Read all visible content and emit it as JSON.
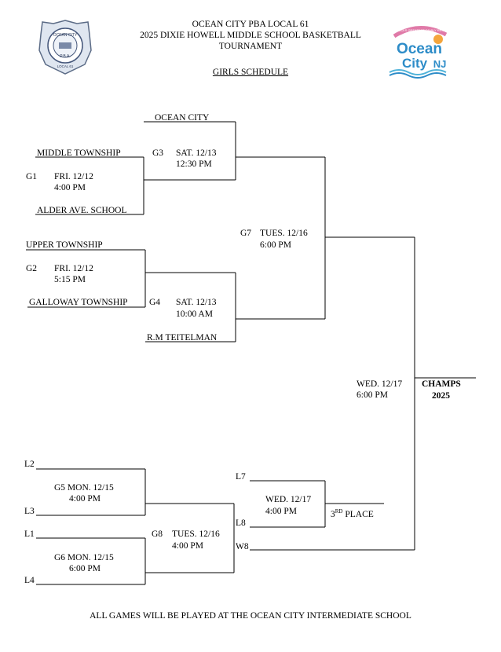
{
  "header": {
    "line1": "OCEAN CITY PBA LOCAL 61",
    "line2": "2025 DIXIE HOWELL MIDDLE SCHOOL BASKETBALL",
    "line3": "TOURNAMENT",
    "schedule_title": "GIRLS SCHEDULE"
  },
  "logos": {
    "left_badge_text": [
      "OCEAN CITY",
      "P.B.A.",
      "LOCAL 61"
    ],
    "right_text_top": "AMERICA'S GREATEST FAMILY RESORT",
    "right_text_main1": "Ocean",
    "right_text_main2": "City",
    "right_text_state": "NJ"
  },
  "teams": {
    "ocean_city": "OCEAN CITY",
    "middle_township": "MIDDLE TOWNSHIP",
    "alder_ave": "ALDER AVE. SCHOOL",
    "upper_township": "UPPER TOWNSHIP",
    "galloway": "GALLOWAY TOWNSHIP",
    "teitelman": "R.M TEITELMAN"
  },
  "games": {
    "g1": {
      "label": "G1",
      "date": "FRI. 12/12",
      "time": "4:00 PM"
    },
    "g2": {
      "label": "G2",
      "date": "FRI. 12/12",
      "time": "5:15 PM"
    },
    "g3": {
      "label": "G3",
      "date": "SAT. 12/13",
      "time": "12:30 PM"
    },
    "g4": {
      "label": "G4",
      "date": "SAT. 12/13",
      "time": "10:00 AM"
    },
    "g5": {
      "label": "G5 MON. 12/15",
      "time": "4:00 PM"
    },
    "g6": {
      "label": "G6 MON. 12/15",
      "time": "6:00 PM"
    },
    "g7": {
      "label": "G7",
      "date": "TUES. 12/16",
      "time": "6:00 PM"
    },
    "g8": {
      "label": "G8",
      "date": "TUES. 12/16",
      "time": "4:00 PM"
    },
    "final": {
      "date": "WED. 12/17",
      "time": "6:00 PM"
    },
    "third": {
      "date": "WED. 12/17",
      "time": "4:00 PM"
    }
  },
  "slots": {
    "l2": "L2",
    "l3": "L3",
    "l1": "L1",
    "l4": "L4",
    "l7": "L7",
    "l8": "L8",
    "w8": "W8"
  },
  "champs": {
    "label": "CHAMPS",
    "year": "2025"
  },
  "third_place": {
    "prefix": "3",
    "sup": "RD",
    "suffix": " PLACE"
  },
  "footer": "ALL GAMES WILL BE PLAYED AT THE OCEAN CITY INTERMEDIATE SCHOOL"
}
